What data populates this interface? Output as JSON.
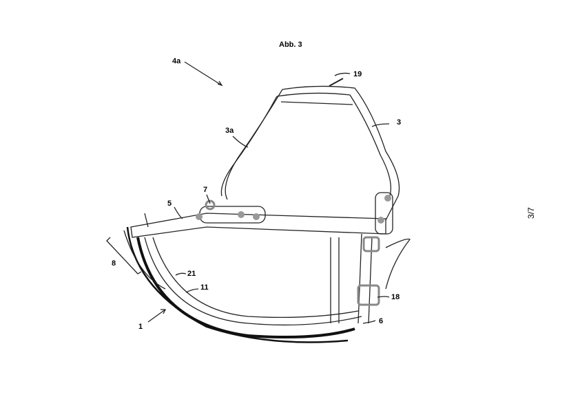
{
  "figure_title": "Abb. 3",
  "page_number": "3/7",
  "labels": {
    "l4a": "4a",
    "l19": "19",
    "l3": "3",
    "l3a": "3a",
    "l7": "7",
    "l5": "5",
    "l8": "8",
    "l21": "21",
    "l11": "11",
    "l18": "18",
    "l6": "6",
    "l1": "1"
  }
}
